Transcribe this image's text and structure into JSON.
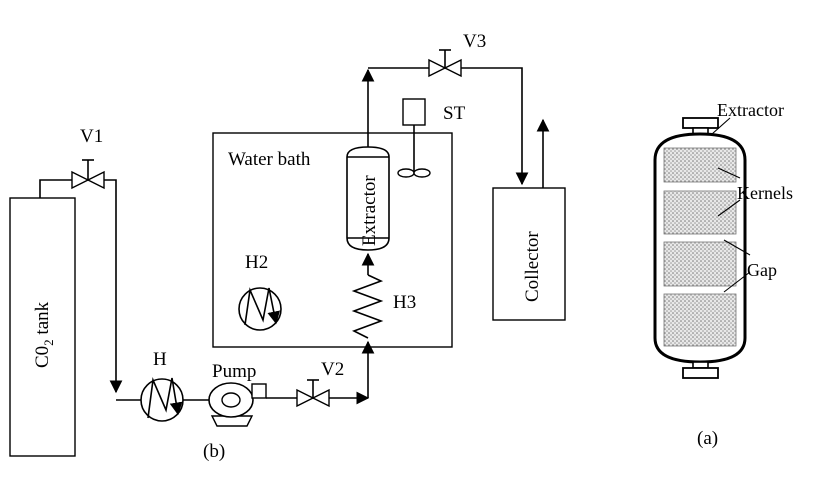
{
  "diagram": {
    "labels": {
      "v1": "V1",
      "v2": "V2",
      "v3": "V3",
      "st": "ST",
      "water_bath": "Water bath",
      "extractor_vertical": "Extractor",
      "collector": "Collector",
      "tank_main": "C0",
      "tank_sub": "2",
      "tank_tail": " tank",
      "h": "H",
      "h2": "H2",
      "h3": "H3",
      "pump": "Pump",
      "caption_b": "(b)",
      "caption_a": "(a)",
      "detail_extractor": "Extractor",
      "detail_kernels": "Kernels",
      "detail_gap": "Gap"
    }
  }
}
